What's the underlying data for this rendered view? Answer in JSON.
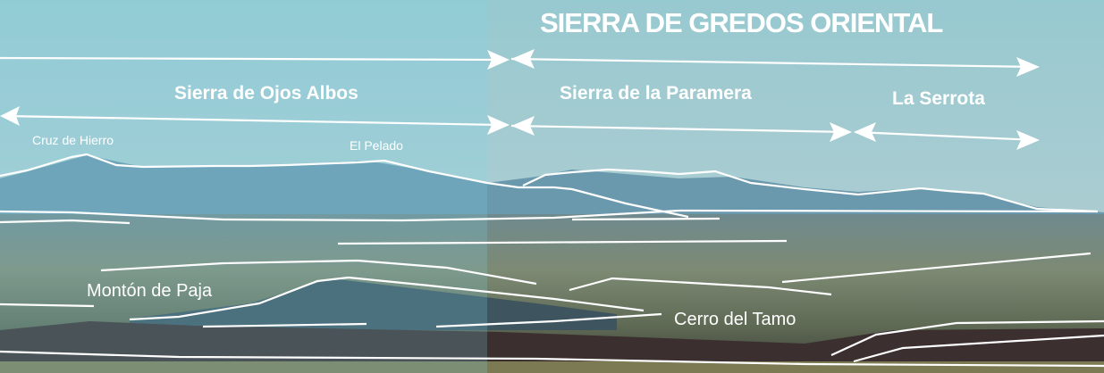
{
  "title": "SIERRA DE GREDOS ORIENTAL",
  "ranges": {
    "ojos_albos": "Sierra de Ojos Albos",
    "paramera": "Sierra de la Paramera",
    "serrota": "La Serrota"
  },
  "peaks": {
    "cruz": "Cruz de Hierro",
    "pelado": "El Pelado",
    "monton": "Montón de Paja",
    "tamo": "Cerro del Tamo"
  },
  "colors": {
    "sky_top": "#8fd3e0",
    "sky_bottom": "#b9d3d6",
    "line": "#ffffff"
  }
}
